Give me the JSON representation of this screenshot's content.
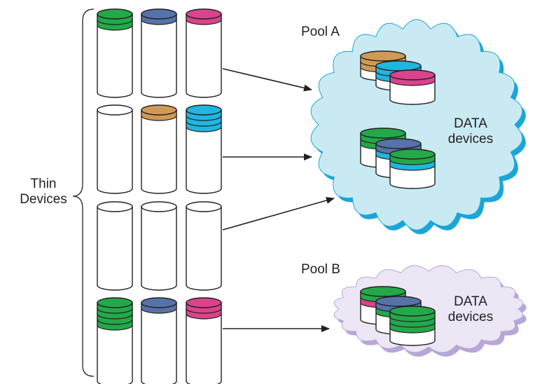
{
  "labels": {
    "thin_line1": "Thin",
    "thin_line2": "Devices",
    "pool_a": "Pool A",
    "pool_b": "Pool B",
    "data_a_line1": "DATA",
    "data_a_line2": "devices",
    "data_b_line1": "DATA",
    "data_b_line2": "devices"
  },
  "colors": {
    "green": "#23a84a",
    "blue": "#5673a9",
    "magenta": "#d9448c",
    "orange": "#cf9a55",
    "cyan": "#1fb6e0",
    "pool_a_fill": "#c9eaf3",
    "pool_a_shadow": "#1aa6d9",
    "pool_b_fill": "#ece6f5",
    "pool_b_shadow": "#b7a7d6"
  },
  "thin_device_groups": [
    {
      "name": "group-1",
      "pool": "A",
      "devices": [
        [
          "green",
          "green"
        ],
        [
          "blue"
        ],
        [
          "magenta"
        ]
      ]
    },
    {
      "name": "group-2",
      "pool": "A",
      "devices": [
        [],
        [
          "orange"
        ],
        [
          "cyan",
          "cyan",
          "cyan"
        ]
      ]
    },
    {
      "name": "group-3",
      "pool": "A",
      "devices": [
        [],
        [],
        []
      ]
    },
    {
      "name": "group-4",
      "pool": "B",
      "devices": [
        [
          "green",
          "green",
          "green",
          "green"
        ],
        [
          "blue"
        ],
        [
          "magenta",
          "magenta"
        ]
      ]
    }
  ],
  "pools": [
    {
      "name": "pool-a",
      "data_devices": [
        [
          "orange",
          "orange"
        ],
        [
          "cyan",
          "cyan"
        ],
        [
          "magenta"
        ],
        [
          "green",
          "green"
        ],
        [
          "blue",
          "cyan"
        ],
        [
          "green",
          "cyan"
        ]
      ]
    },
    {
      "name": "pool-b",
      "data_devices": [
        [
          "green",
          "magenta"
        ],
        [
          "blue",
          "green"
        ],
        [
          "green",
          "green",
          "green"
        ]
      ]
    }
  ]
}
